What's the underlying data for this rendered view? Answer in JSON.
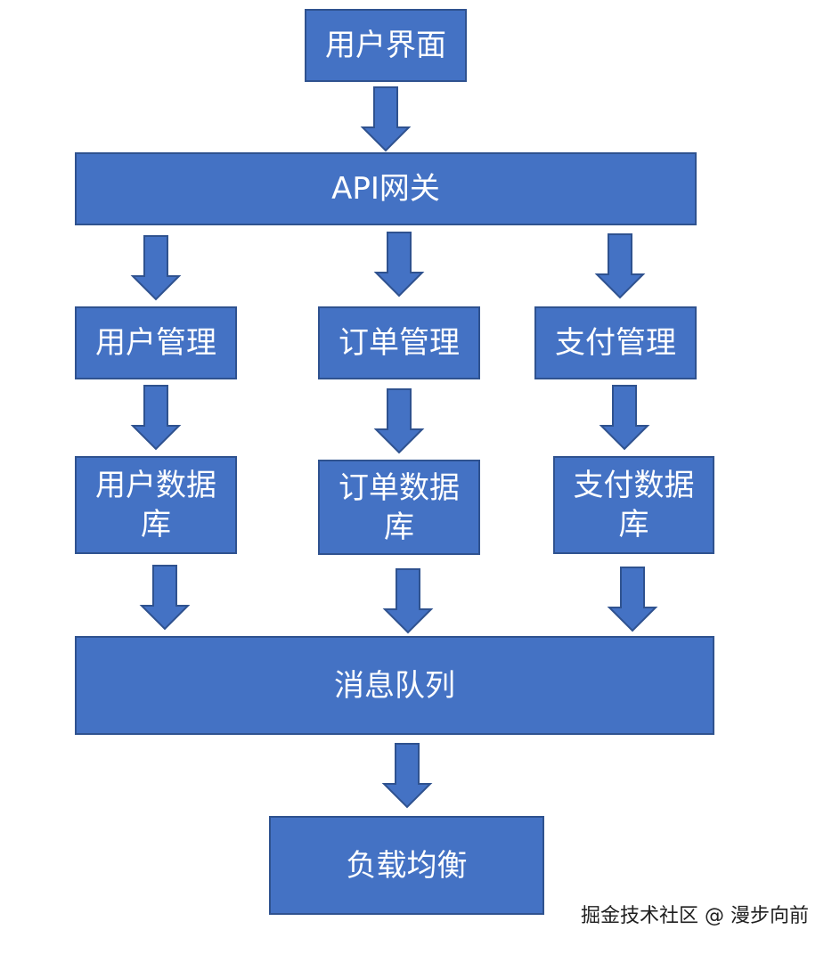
{
  "diagram": {
    "nodes": {
      "ui": "用户界面",
      "gateway": "API网关",
      "user_mgmt": "用户管理",
      "order_mgmt": "订单管理",
      "payment_mgmt": "支付管理",
      "user_db": "用户数据库",
      "order_db": "订单数据库",
      "payment_db": "支付数据库",
      "mq": "消息队列",
      "lb": "负载均衡"
    },
    "edges": [
      [
        "ui",
        "gateway"
      ],
      [
        "gateway",
        "user_mgmt"
      ],
      [
        "gateway",
        "order_mgmt"
      ],
      [
        "gateway",
        "payment_mgmt"
      ],
      [
        "user_mgmt",
        "user_db"
      ],
      [
        "order_mgmt",
        "order_db"
      ],
      [
        "payment_mgmt",
        "payment_db"
      ],
      [
        "user_db",
        "mq"
      ],
      [
        "order_db",
        "mq"
      ],
      [
        "payment_db",
        "mq"
      ],
      [
        "mq",
        "lb"
      ]
    ],
    "colors": {
      "node_fill": "#4472c4",
      "node_border": "#2f528f",
      "node_text": "#ffffff"
    }
  },
  "watermark": "掘金技术社区 @ 漫步向前"
}
